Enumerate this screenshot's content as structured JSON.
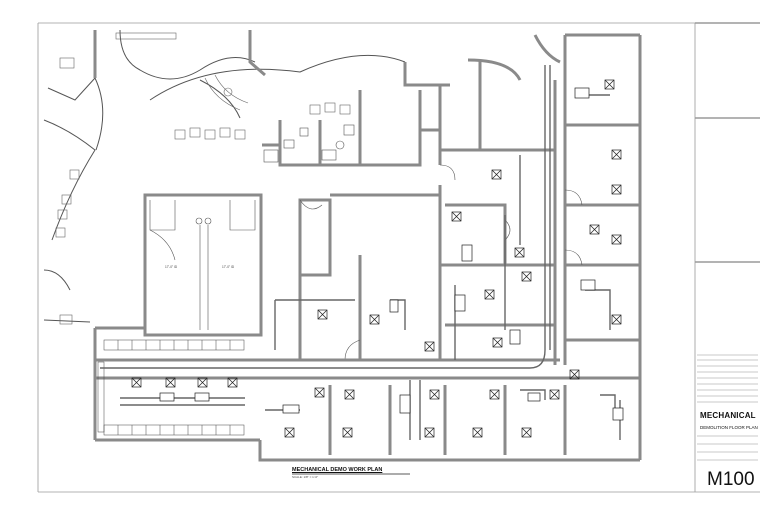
{
  "drawing": {
    "plan_title": "MECHANICAL DEMO WORK PLAN",
    "plan_scale": "SCALE: 1/8\" = 1'-0\"",
    "room_labels": [
      "17'-0\" ID",
      "17'-0\" ID"
    ]
  },
  "title_block": {
    "sheet_title": "MECHANICAL",
    "sheet_subtitle": "DEMOLITION FLOOR PLAN",
    "sheet_number": "M100"
  },
  "colors": {
    "wall": "#8a8a8a",
    "line": "#222222",
    "duct": "#666666",
    "paper": "#ffffff"
  }
}
